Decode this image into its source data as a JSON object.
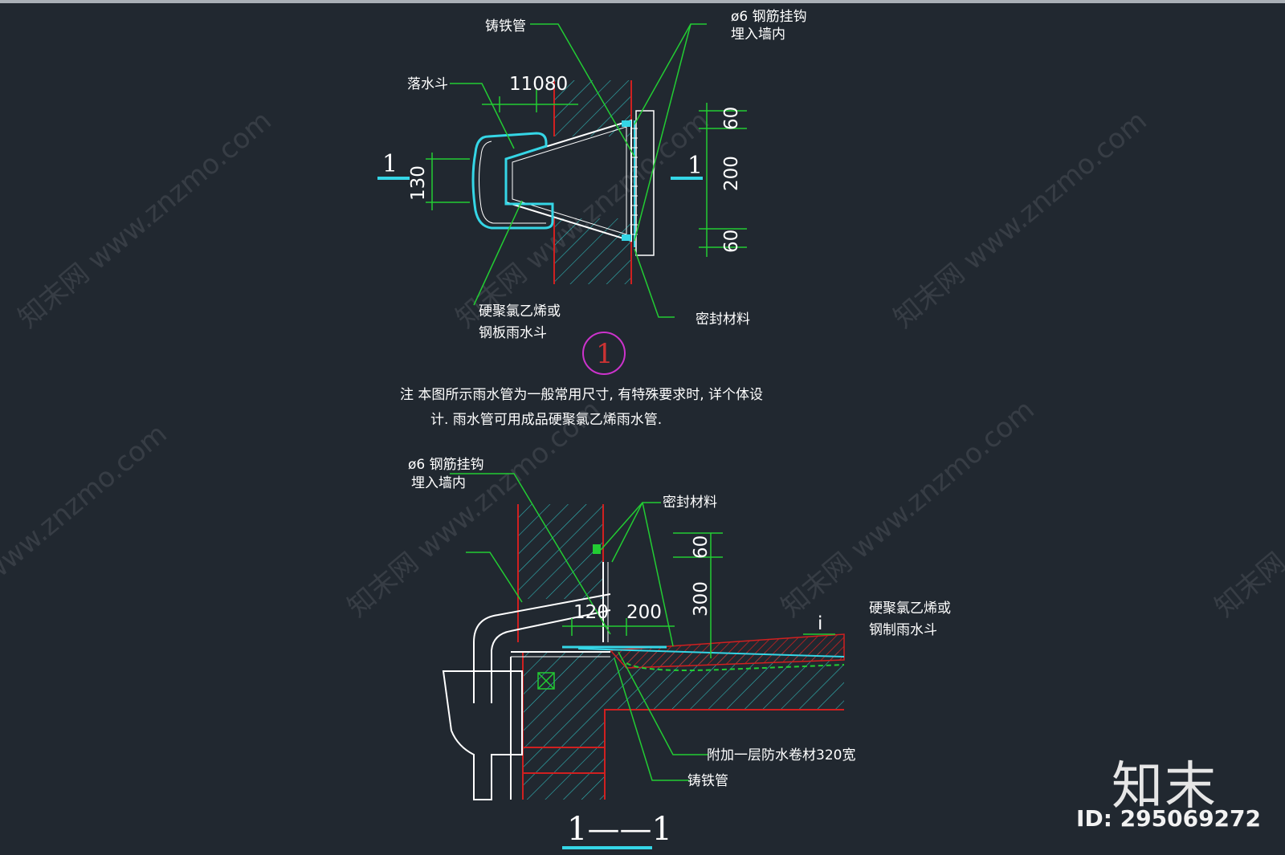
{
  "watermarks": {
    "site": "知末网 www.znzmo.com"
  },
  "brand": {
    "logo_text": "知末",
    "id_text": "ID: 295069272"
  },
  "plan": {
    "label_cast_iron": "铸铁管",
    "label_hook_1": "ø6 钢筋挂钩",
    "label_hook_2": "埋入墙内",
    "label_hopper": "落水斗",
    "dim_top": "11080",
    "dim_130": "130",
    "dim_60a": "60",
    "dim_200": "200",
    "dim_60b": "60",
    "section_left": "1",
    "section_right": "1",
    "label_pvc_1": "硬聚氯乙烯或",
    "label_pvc_2": "钢板雨水斗",
    "label_seal": "密封材料",
    "detail_no": "1"
  },
  "note": {
    "line1": "注   本图所示雨水管为一般常用尺寸, 有特殊要求时, 详个体设",
    "line2": "计. 雨水管可用成品硬聚氯乙烯雨水管."
  },
  "section": {
    "label_hook_1": "ø6 钢筋挂钩",
    "label_hook_2": "埋入墙内",
    "label_seal": "密封材料",
    "dim_60": "60",
    "dim_300": "300",
    "dim_120": "120",
    "dim_200": "200",
    "slope": "i",
    "label_pvc_1": "硬聚氯乙烯或",
    "label_pvc_2": "钢制雨水斗",
    "label_membrane": "附加一层防水卷材320宽",
    "label_cast_iron": "铸铁管",
    "title": "1——1"
  }
}
